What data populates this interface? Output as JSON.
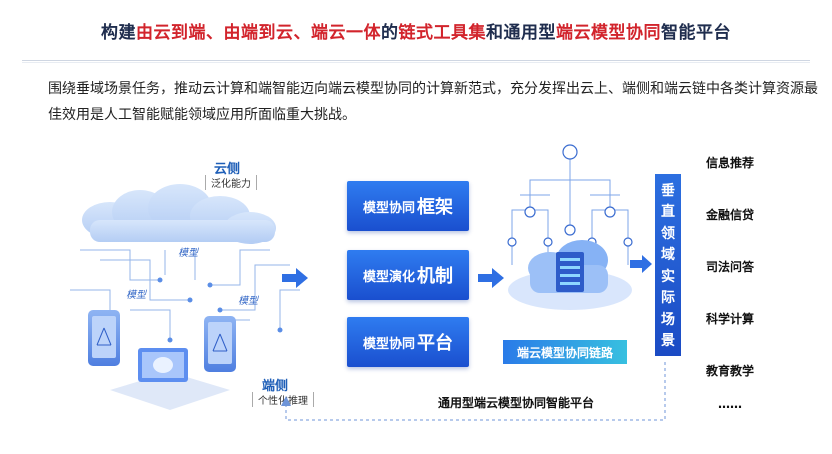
{
  "title": {
    "prefix": "构建",
    "highlight1": "由云到端、由端到云、端云一体",
    "mid1": "的",
    "highlight2": "链式工具集",
    "mid2": "和通用型",
    "highlight3": "端云模型协同",
    "suffix": "智能平台"
  },
  "intro": "围绕垂域场景任务，推动云计算和端智能迈向端云模型协同的计算新范式，充分发挥出云上、端侧和端云链中各类计算资源最佳效用是人工智能赋能领域应用所面临重大挑战。",
  "cloud": {
    "label": "云侧",
    "sub": "泛化能力"
  },
  "edge": {
    "label": "端侧",
    "sub": "个性化推理"
  },
  "model_tags": [
    "模型",
    "模型",
    "模型"
  ],
  "boxes": [
    {
      "small": "模型协同",
      "big": "框架"
    },
    {
      "small": "模型演化",
      "big": "机制"
    },
    {
      "small": "模型协同",
      "big": "平台"
    }
  ],
  "chain_label": "端云模型协同链路",
  "platform_label": "通用型端云模型协同智能平台",
  "vertical": [
    "垂",
    "直",
    "领",
    "域",
    "实",
    "际",
    "场",
    "景"
  ],
  "scenarios": [
    "信息推荐",
    "金融信贷",
    "司法问答",
    "科学计算",
    "教育教学"
  ],
  "ellipsis": "……",
  "colors": {
    "accent_red": "#d2242c",
    "accent_blue": "#1a4fcf",
    "title_dark": "#1f2d4e"
  }
}
